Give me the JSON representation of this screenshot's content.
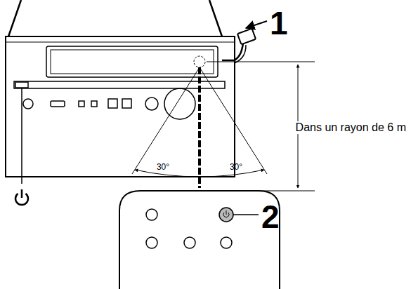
{
  "diagram": {
    "labels": [
      "1",
      "2",
      "Dans un rayon de 6 m",
      "30°",
      "30°"
    ]
  }
}
